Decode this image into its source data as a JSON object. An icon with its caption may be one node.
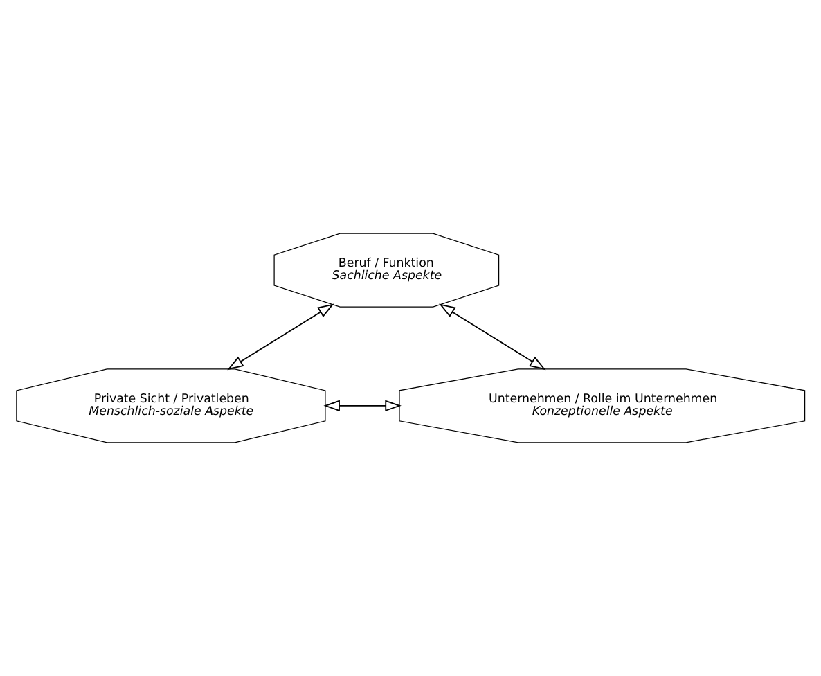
{
  "diagram": {
    "nodes": [
      {
        "text": [
          "Beruf / Funktion",
          "Sachliche Aspekte"
        ]
      },
      {
        "text": [
          "Private Sicht / Privatleben",
          "Menschlich-soziale Aspekte"
        ]
      },
      {
        "text": [
          "Unternehmen / Rolle im Unternehmen",
          "Konzeptionelle Aspekte"
        ]
      }
    ],
    "edges": [
      {
        "from": 0,
        "to": 1,
        "arrow": "both"
      },
      {
        "from": 0,
        "to": 2,
        "arrow": "both"
      },
      {
        "from": 1,
        "to": 2,
        "arrow": "both"
      }
    ]
  }
}
